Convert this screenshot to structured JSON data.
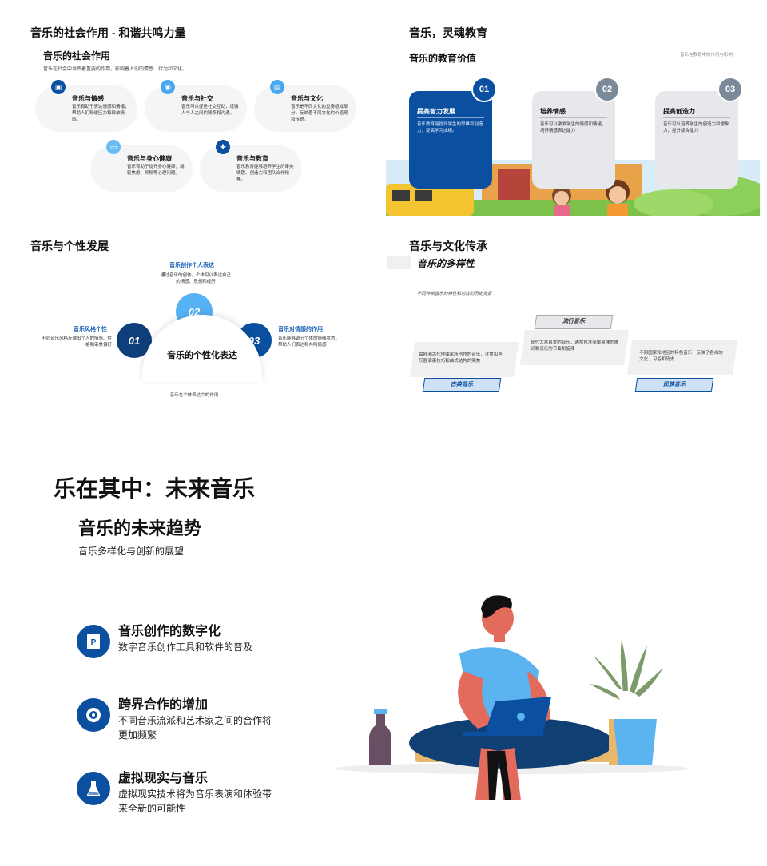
{
  "slide1": {
    "title": "音乐的社会作用 - 和谐共鸣力量",
    "subtitle": "音乐的社会作用",
    "description": "音乐在社会中发挥着重要的作用，影响着人们的情感、行为和文化。",
    "items": [
      {
        "title": "音乐与情感",
        "text": "音乐有助于表达情感和情绪，帮助人们舒缓压力和释放情感。",
        "icon": "emotion-icon",
        "color": "#0a4fa0"
      },
      {
        "title": "音乐与社交",
        "text": "音乐可以促进社交互动，增强人与人之间的联系和沟通。",
        "icon": "social-icon",
        "color": "#4aa8f0"
      },
      {
        "title": "音乐与文化",
        "text": "音乐是不同文化的重要组成部分，反映着不同文化的价值观和传统。",
        "icon": "culture-icon",
        "color": "#4aa8f0"
      },
      {
        "title": "音乐与身心健康",
        "text": "音乐有助于提升身心健康，减轻焦虑、抑郁等心理问题。",
        "icon": "health-icon",
        "color": "#6bbcf5"
      },
      {
        "title": "音乐与教育",
        "text": "音乐教育能够培养学生的审美情趣、创造力和团队合作精神。",
        "icon": "education-icon",
        "color": "#0a4fa0"
      }
    ]
  },
  "slide2": {
    "title": "音乐，灵魂教育",
    "subtitle": "音乐的教育价值",
    "note": "音乐在教育中的作用与影响",
    "cards": [
      {
        "num": "01",
        "title": "提高智力发展",
        "text": "音乐教育能提升学生的思维和创造力，提高学习成绩。"
      },
      {
        "num": "02",
        "title": "培养情感",
        "text": "音乐可以激发学生的情感和情绪，培养情感表达能力"
      },
      {
        "num": "03",
        "title": "提高创造力",
        "text": "音乐可以培养学生的创造力和想象力，提升综合能力"
      }
    ]
  },
  "slide3": {
    "title": "音乐与个性发展",
    "center": "音乐的个性化表达",
    "footer": "音乐在个体表达中的作用",
    "items": [
      {
        "num": "01",
        "title": "音乐风格个性",
        "text": "不同音乐风格反映出个人的情感、性格和审美偏好"
      },
      {
        "num": "02",
        "title": "音乐创作个人表达",
        "text": "通过音乐的创作，个体可以表达自己的情感、思想和经历"
      },
      {
        "num": "03",
        "title": "音乐对情感的作用",
        "text": "音乐能够调节个体的情绪状态，帮助人们表达和共鸣情感"
      }
    ]
  },
  "slide4": {
    "title": "音乐与文化传承",
    "subtitle": "音乐的多样性",
    "description": "不同种类音乐的特性和对应的历史背景",
    "items": [
      {
        "label": "古典音乐",
        "text": "由欧洲古代作曲家所创作的音乐，注重和声、乐器演奏技巧和曲式结构的完美"
      },
      {
        "label": "流行音乐",
        "text": "现代大众喜爱的音乐，通常包含简单易懂的歌词和流行的节奏和旋律"
      },
      {
        "label": "民族音乐",
        "text": "不同国家和地区的特色音乐，反映了各自的文化、习俗和历史"
      }
    ]
  },
  "slide5": {
    "title": "乐在其中：未来音乐",
    "subtitle": "音乐的未来趋势",
    "description": "音乐多样化与创新的展望",
    "features": [
      {
        "title": "音乐创作的数字化",
        "text": "数字音乐创作工具和软件的普及",
        "icon": "document-icon"
      },
      {
        "title": "跨界合作的增加",
        "text": "不同音乐流派和艺术家之间的合作将更加频繁",
        "icon": "target-icon"
      },
      {
        "title": "虚拟现实与音乐",
        "text": "虚拟现实技术将为音乐表演和体验带来全新的可能性",
        "icon": "flask-icon"
      }
    ]
  },
  "colors": {
    "primary": "#0a4fa0",
    "accent": "#4aa8f0",
    "grey_card": "#e6e8eb"
  }
}
